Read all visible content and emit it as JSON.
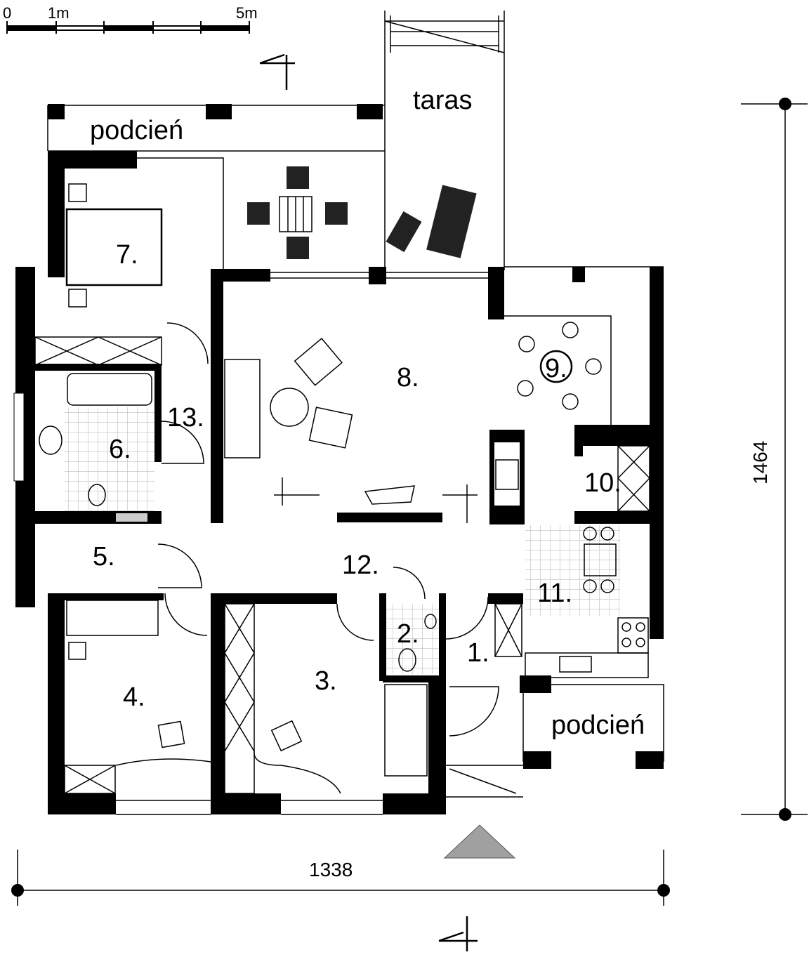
{
  "scale_bar": {
    "zero": "0",
    "one": "1m",
    "five": "5m"
  },
  "areas": {
    "porch_top": "podcień",
    "terrace": "taras",
    "porch_bottom": "podcień"
  },
  "rooms": {
    "r1": "1.",
    "r2": "2.",
    "r3": "3.",
    "r4": "4.",
    "r5": "5.",
    "r6": "6.",
    "r7": "7.",
    "r8": "8.",
    "r9": "9.",
    "r10": "10.",
    "r11": "11.",
    "r12": "12.",
    "r13": "13."
  },
  "dimensions": {
    "height": "1464",
    "width": "1338"
  },
  "colors": {
    "walls": "#000000",
    "entrance_marker": "#a0a0a0",
    "tiles": "#bdbdbd"
  }
}
